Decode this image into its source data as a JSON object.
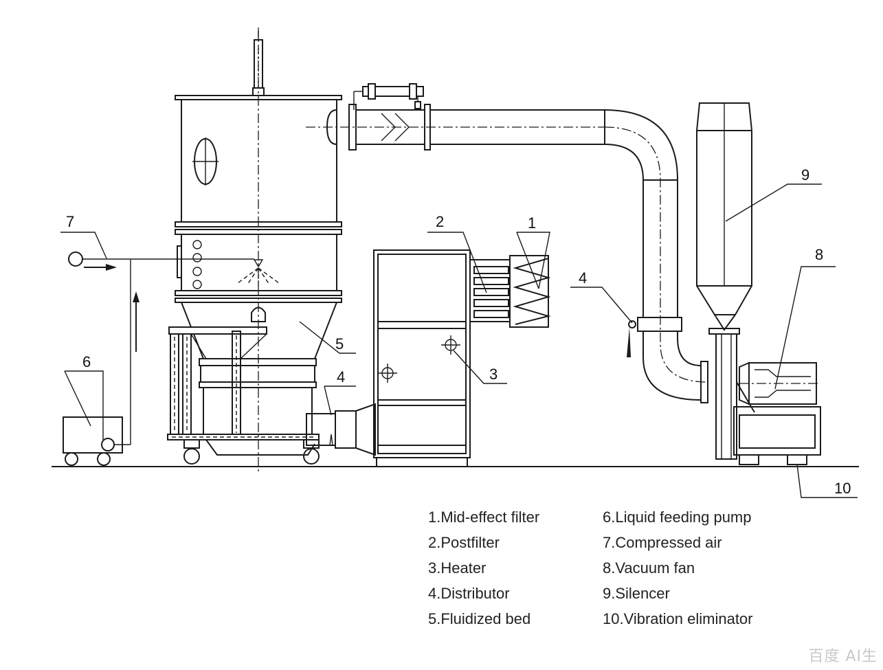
{
  "callouts": [
    "1",
    "2",
    "3",
    "4",
    "4",
    "5",
    "6",
    "7",
    "8",
    "9",
    "10"
  ],
  "legend": {
    "left": [
      "1.Mid-effect filter",
      "2.Postfilter",
      "3.Heater",
      "4.Distributor",
      "5.Fluidized bed"
    ],
    "right": [
      "6.Liquid feeding pump",
      "7.Compressed air",
      "8.Vacuum fan",
      "9.Silencer",
      "10.Vibration eliminator"
    ]
  },
  "watermark": "百度 AI生"
}
